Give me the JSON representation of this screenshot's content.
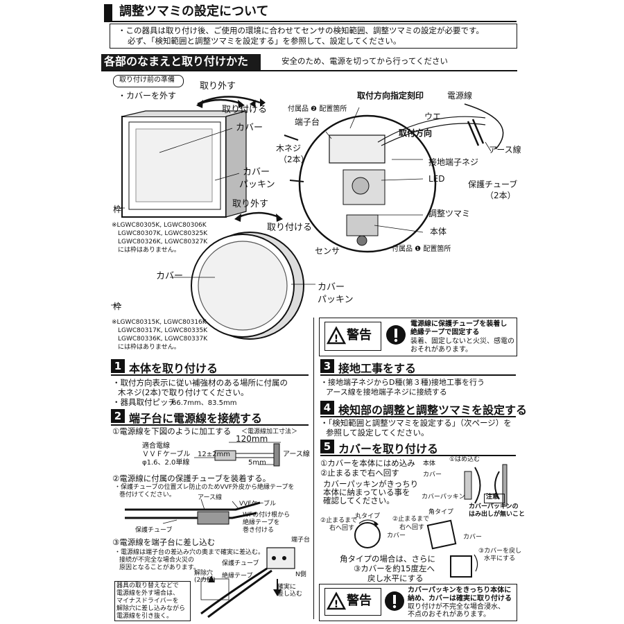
{
  "header": {
    "title": "調整ツマミの設定について",
    "notice_line1": "・この器具は取り付け後、ご使用の環境に合わせてセンサの検知範囲、調整ツマミの設定が必要です。",
    "notice_line2": "必ず、「検知範囲と調整ツマミを設定する」を参照して、設定してください。"
  },
  "section_parts": {
    "title": "各部のなまえと取り付けかた",
    "note": "安全のため、電源を切ってから行ってください",
    "prep_label": "取り付け前の準備",
    "cover_remove": "・カバーを外す",
    "square": {
      "remove": "取り外す",
      "attach": "取り付ける",
      "cover": "カバー",
      "packing1": "カバー",
      "packing2": "パッキン",
      "frame": "枠",
      "models": [
        "※LGWC80305K, LGWC80306K",
        "LGWC80307K, LGWC80325K",
        "LGWC80326K, LGWC80327K",
        "には枠はありません。"
      ]
    },
    "round": {
      "remove": "取り外す",
      "attach": "取り付ける",
      "cover": "カバー",
      "packing1": "カバー",
      "packing2": "パッキン",
      "frame": "枠",
      "models": [
        "※LGWC80315K, LGWC80316K",
        "LGWC80317K, LGWC80335K",
        "LGWC80336K, LGWC80337K",
        "には枠はありません。"
      ]
    },
    "body_diagram": {
      "direction_mark": "取付方向指定刻印",
      "accessory2": "付属品 ❷ 配置箇所",
      "terminal": "端子台",
      "wood_screw1": "木ネジ",
      "wood_screw2": "（2本）",
      "ue": "ウエ",
      "direction": "取付方向",
      "ground_screw": "接地端子ネジ",
      "led": "LED",
      "knob": "調整ツマミ",
      "body": "本体",
      "sensor": "センサ",
      "accessory1": "付属品 ❶ 配置箇所",
      "power_line": "電源線",
      "earth_line": "アース線",
      "tube1": "保護チューブ",
      "tube2": "（2本）"
    }
  },
  "warning1": {
    "label": "警告",
    "line1": "電源線に保護チューブを装着し",
    "line2": "絶縁テープで固定する",
    "line3": "装着、固定しないと火災、感電の",
    "line4": "おそれがあります。"
  },
  "step1": {
    "num": "1",
    "title": "本体を取り付ける",
    "line1": "・取付方向表示に従い補強材のある場所に付属の",
    "line2": "木ネジ(2本)で取り付けてください。",
    "line3": "・器具取付ピッチ",
    "pitch": "66.7mm、83.5mm"
  },
  "step2": {
    "num": "2",
    "title": "端子台に電源線を接続する",
    "sub1": "①電源線を下図のように加工する",
    "dim_title": "＜電源線加工寸法＞",
    "dim_120": "120mm",
    "dim_12": "12±2mm",
    "dim_5": "5mm",
    "cable1": "適合電線",
    "cable2": "ＶＶＦケーブル",
    "cable3": "φ1.6、2.0単線",
    "earth": "アース線",
    "sub2": "②電源線に付属の保護チューブを装着する。",
    "sub2_note1": "・保護チューブの位置ズレ防止のためVVF外皮から絶縁テープを",
    "sub2_note2": "巻付けてください。",
    "earth2": "アース線",
    "vvf": "VVFケーブル",
    "wf1": "WFの付け根から",
    "wf2": "絶縁テープを",
    "wf3": "巻き付ける",
    "tube": "保護チューブ",
    "sub3": "③電源線を端子台に差し込む",
    "sub3_note1": "・電源線は端子台の差込み穴の奥まで確実に差込む。",
    "sub3_note2": "接続が不完全な場合火災の",
    "sub3_note3": "原因となることがあります。",
    "terminal": "端子台",
    "release1": "解除穴",
    "release2": "(2カ所)",
    "tube2": "保護チューブ",
    "tape": "絶縁テープ",
    "nside": "N側",
    "insert1": "確実に",
    "insert2": "差し込む",
    "box1": "器具の取り替えなどで",
    "box2": "電源線を外す場合は、",
    "box3": "マイナスドライバーを",
    "box4": "解除穴に差し込みながら",
    "box5": "電源線を引き抜く。"
  },
  "step3": {
    "num": "3",
    "title": "接地工事をする",
    "line1": "・接地端子ネジからD種(第３種)接地工事を行う",
    "line2": "アース線を接地端子ネジに接続する"
  },
  "step4": {
    "num": "4",
    "title": "検知部の調整と調整ツマミを設定する",
    "line1": "・「検知範囲と調整ツマミを設定する」（次ページ）を",
    "line2": "参照して設定してください。"
  },
  "step5": {
    "num": "5",
    "title": "カバーを取り付ける",
    "sub1": "①カバーを本体にはめ込み",
    "sub2": "②止まるまで右へ回す",
    "pack1": "カバーパッキンがきっちり",
    "pack2": "本体に納まっている事を",
    "pack3": "確認してください。",
    "body": "本体",
    "cover": "カバー",
    "cover_packing": "カバーパッキン",
    "fit": "①はめ込む",
    "caution": "注意",
    "caution1": "カバーパッキンの",
    "caution2": "はみ出しが無いこと",
    "round_type": "丸タイプ",
    "square_type": "角タイプ",
    "rotate1": "②止まるまで",
    "rotate2": "右へ回す",
    "rotate3": "②止まるまで",
    "rotate4": "右へ回す",
    "cover_r": "カバー",
    "cover_s": "カバー",
    "back1": "③カバーを戻し",
    "back2": "水平にする",
    "sq_note1": "角タイプの場合は、さらに",
    "sq_note2": "③カバーを約15度左へ",
    "sq_note3": "戻し水平にする"
  },
  "warning2": {
    "label": "警告",
    "line1": "カバーパッキンをきっちり本体に",
    "line2": "納め、カバーは確実に取り付ける",
    "line3": "取り付けが不完全な場合浸水、",
    "line4": "不点のおそれがあります。"
  }
}
